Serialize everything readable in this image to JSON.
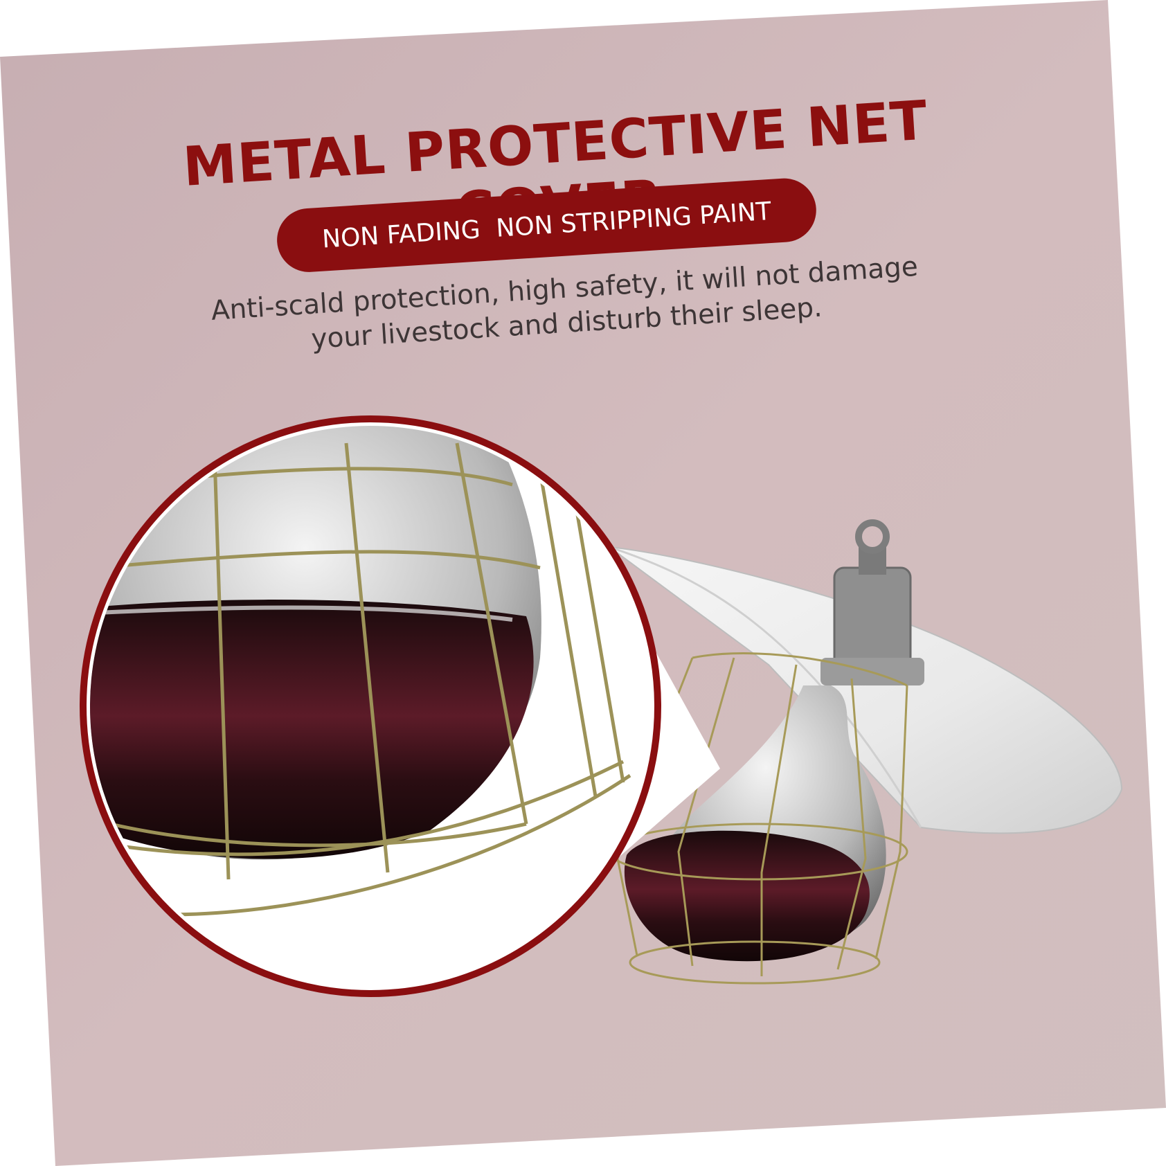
{
  "headline": "METAL PROTECTIVE NET COVER",
  "badge": "NON FADING  NON STRIPPING PAINT",
  "description": {
    "line1": "Anti-scald protection, high safety, it will not damage",
    "line2": "your livestock and disturb their sleep."
  },
  "colors": {
    "background": "#cfb7b9",
    "accent": "#8a0e10",
    "text_dark": "#3d3536",
    "badge_text": "#ffffff"
  }
}
